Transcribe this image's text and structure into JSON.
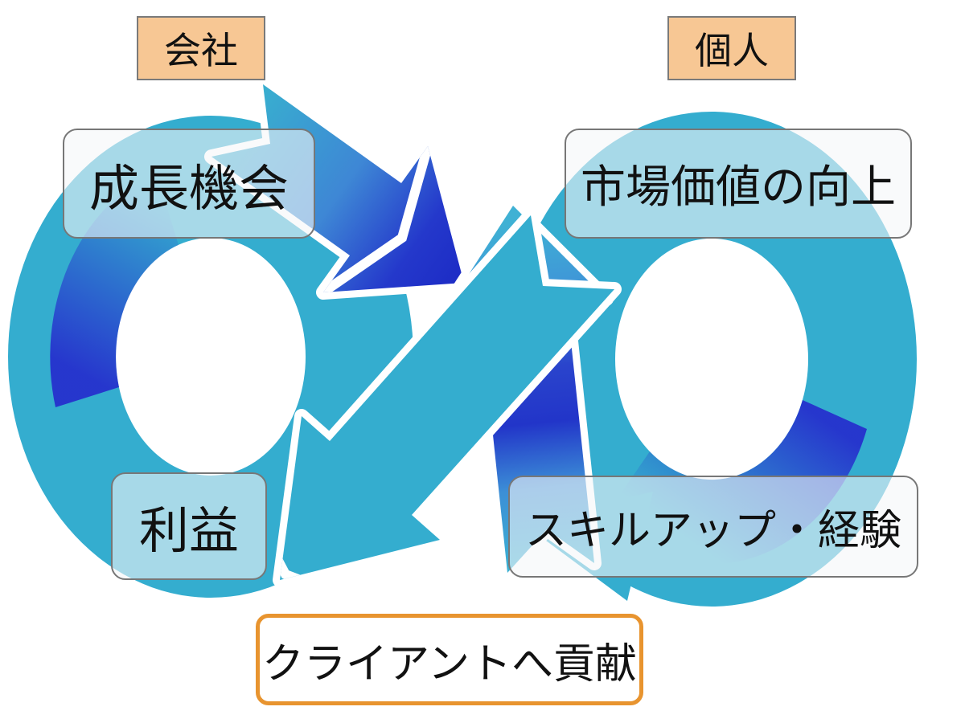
{
  "labels": {
    "company": "会社",
    "individual": "個人",
    "growth_opportunity": "成長機会",
    "market_value": "市場価値の向上",
    "profit": "利益",
    "skill_experience": "スキルアップ・経験",
    "client_contribution": "クライアントへ貢献"
  },
  "colors": {
    "teal": "#34ADCF",
    "deep_blue": "#2433CB",
    "peach_fill": "#F7C794",
    "gray_border": "#7A7A7A",
    "orange_border": "#E8942F",
    "translucent_box_fill": "rgba(245,246,248,0.6)",
    "text": "#111111",
    "background": "#FFFFFF"
  }
}
